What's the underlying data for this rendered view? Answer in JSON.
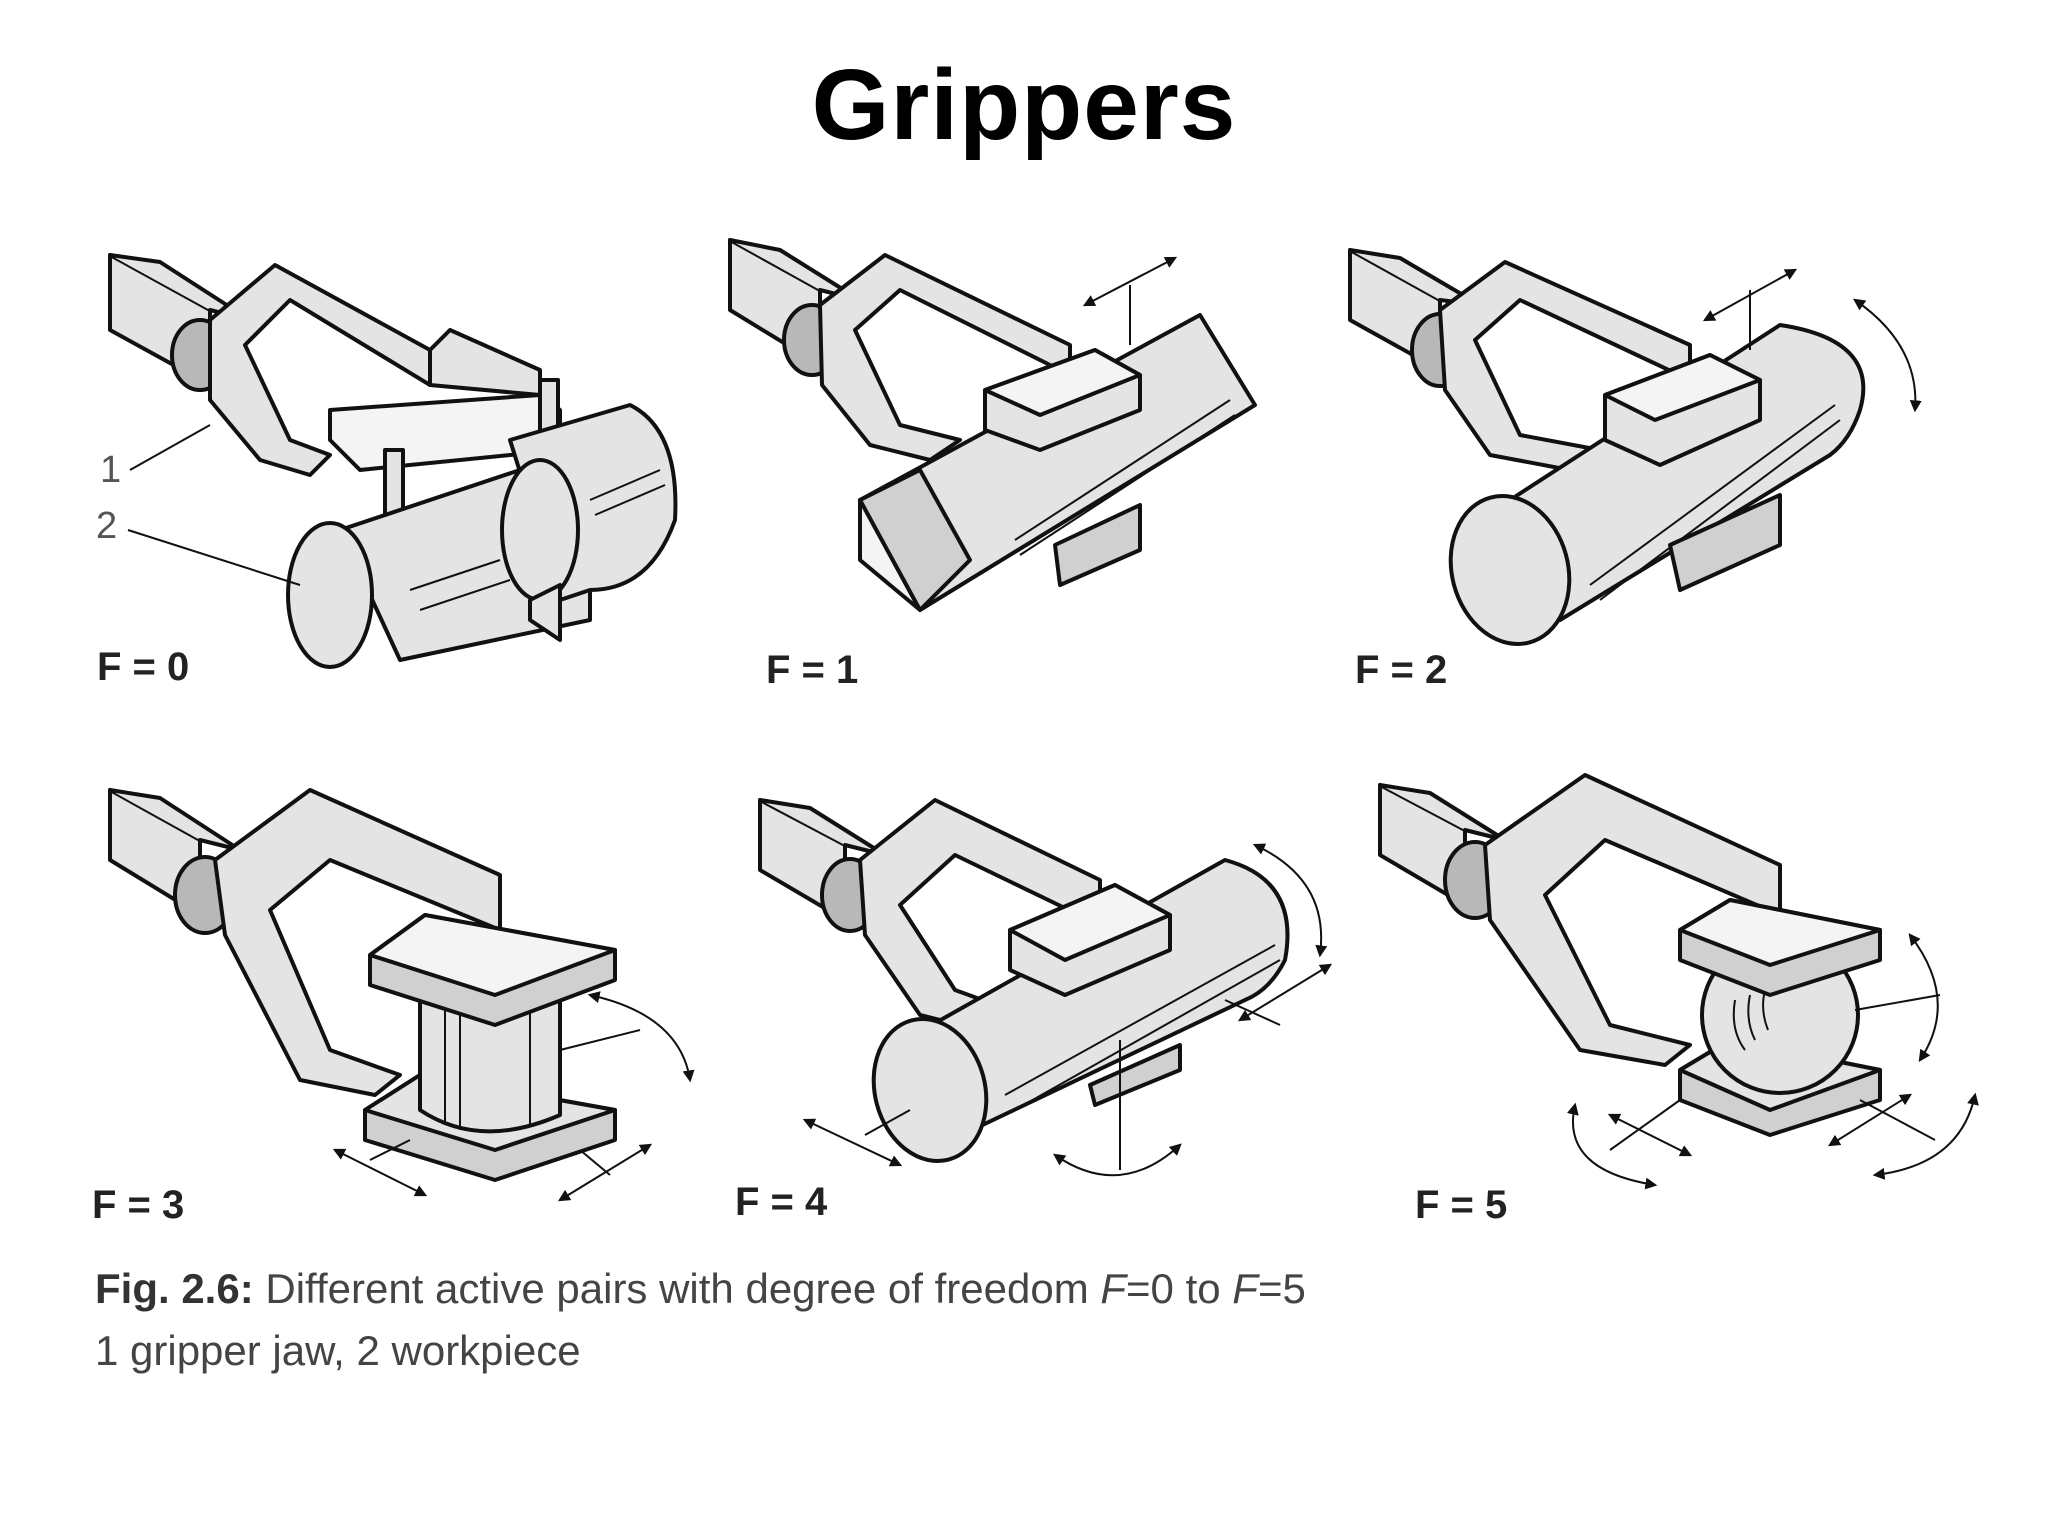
{
  "title": "Grippers",
  "figure": {
    "panels": [
      {
        "label": "F = 0"
      },
      {
        "label": "F = 1"
      },
      {
        "label": "F = 2"
      },
      {
        "label": "F = 3"
      },
      {
        "label": "F = 4"
      },
      {
        "label": "F = 5"
      }
    ],
    "part_labels": {
      "jaw": "1",
      "workpiece": "2"
    }
  },
  "caption": {
    "fig_number": "Fig. 2.6:",
    "line1_text": "Different active pairs with degree of freedom",
    "expr_a": "F",
    "eq_a": "=0 to",
    "expr_b": "F",
    "eq_b": "=5",
    "line2": "1 gripper jaw, 2 workpiece"
  }
}
